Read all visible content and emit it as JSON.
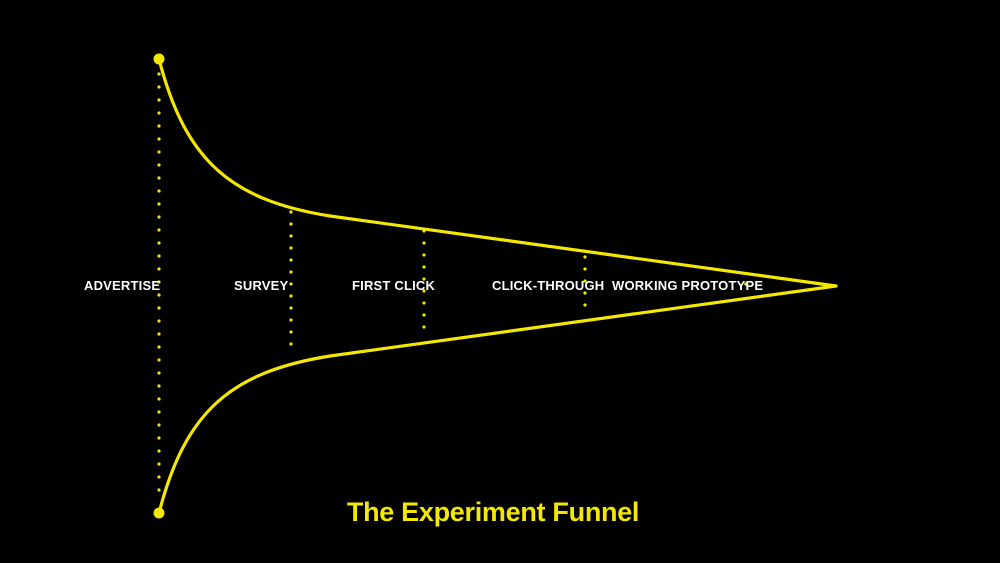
{
  "diagram": {
    "title": "The Experiment Funnel",
    "accent_color": "#f5e800",
    "label_color": "#ffffff",
    "background_color": "#000000",
    "stages": [
      {
        "label": "ADVERTISE"
      },
      {
        "label": "SURVEY"
      },
      {
        "label": "FIRST CLICK"
      },
      {
        "label": "CLICK-THROUGH"
      },
      {
        "label": "WORKING PROTOTYPE"
      }
    ]
  }
}
